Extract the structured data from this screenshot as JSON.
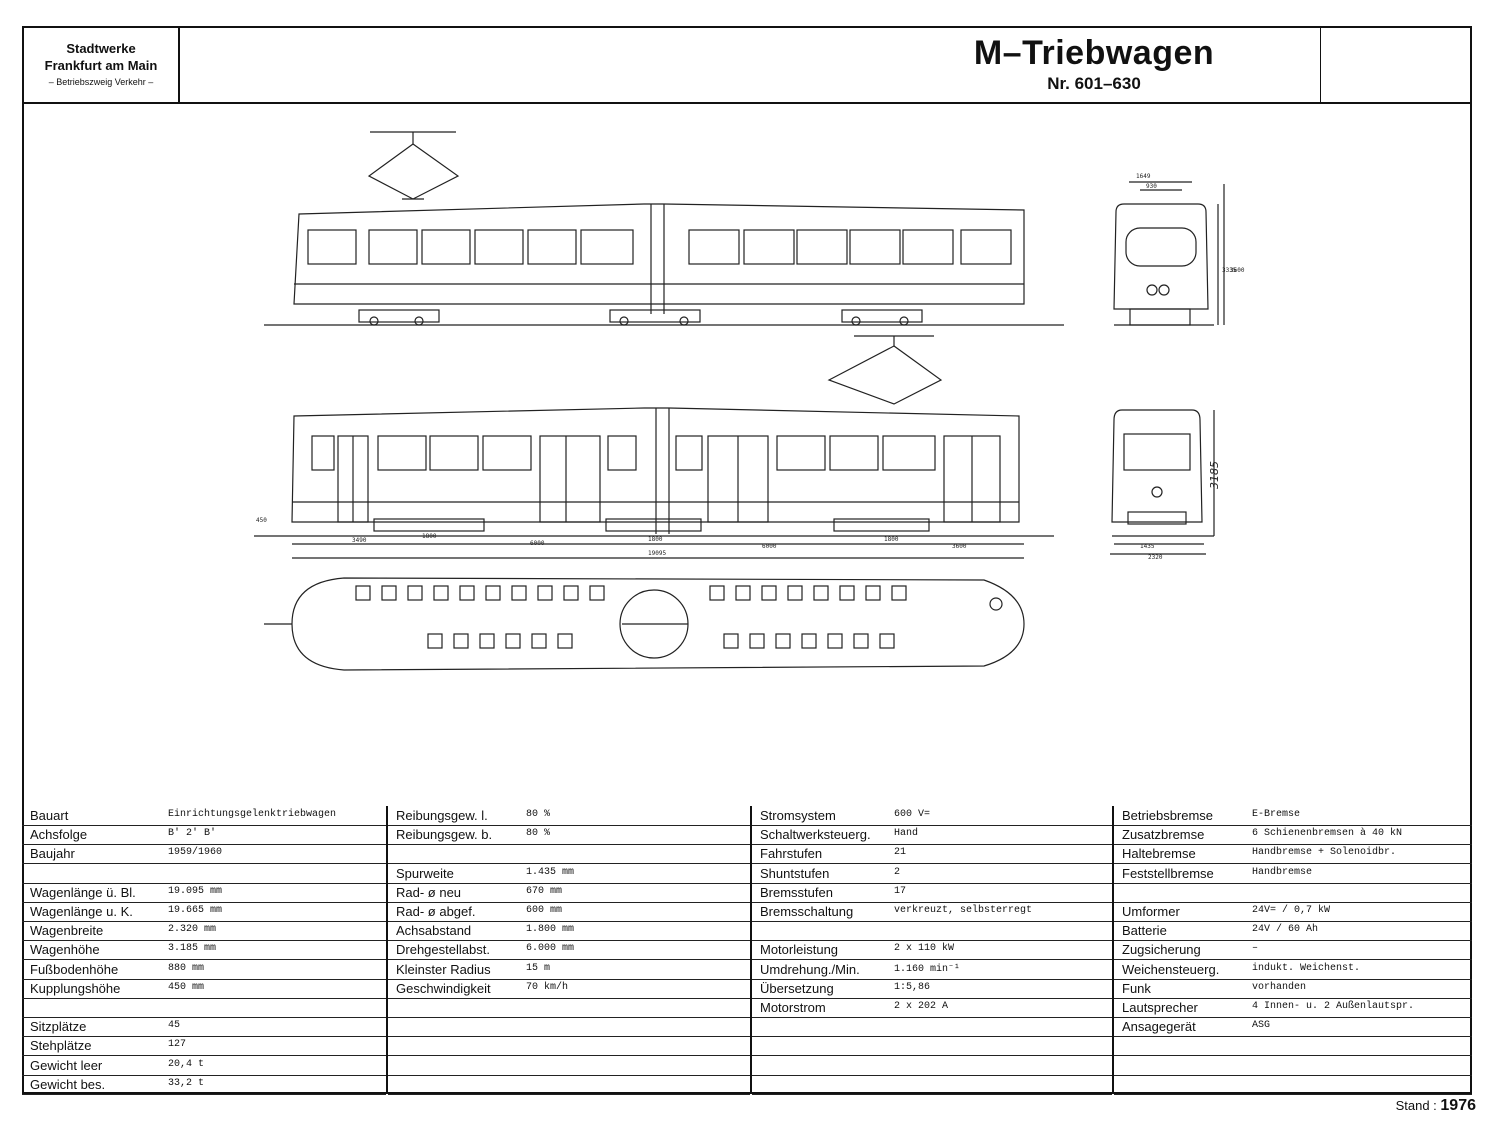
{
  "header": {
    "org_line1": "Stadtwerke",
    "org_line2": "Frankfurt am Main",
    "org_line3": "– Betriebszweig Verkehr –",
    "title": "M–Triebwagen",
    "subtitle": "Nr. 601–630"
  },
  "drawing": {
    "dims_front": [
      "1649",
      "930",
      "3335",
      "3600"
    ],
    "dims_side": [
      "3490",
      "1800",
      "6000",
      "1800",
      "6000",
      "1800",
      "3600",
      "19095",
      "450"
    ],
    "dims_rear": [
      "3185",
      "1435",
      "2320"
    ]
  },
  "table": {
    "col1": [
      {
        "label": "Bauart",
        "value": "Einrichtungsgelenktriebwagen"
      },
      {
        "label": "Achsfolge",
        "value": "B' 2' B'"
      },
      {
        "label": "Baujahr",
        "value": "1959/1960"
      },
      {
        "label": "",
        "value": ""
      },
      {
        "label": "Wagenlänge ü. Bl.",
        "value": "19.095 mm"
      },
      {
        "label": "Wagenlänge u. K.",
        "value": "19.665 mm"
      },
      {
        "label": "Wagenbreite",
        "value": "2.320 mm"
      },
      {
        "label": "Wagenhöhe",
        "value": "3.185 mm"
      },
      {
        "label": "Fußbodenhöhe",
        "value": "880 mm"
      },
      {
        "label": "Kupplungshöhe",
        "value": "450 mm"
      },
      {
        "label": "",
        "value": ""
      },
      {
        "label": "Sitzplätze",
        "value": "45"
      },
      {
        "label": "Stehplätze",
        "value": "127"
      },
      {
        "label": "Gewicht leer",
        "value": "20,4 t"
      },
      {
        "label": "Gewicht bes.",
        "value": "33,2 t"
      }
    ],
    "col2": [
      {
        "label": "Reibungsgew. l.",
        "value": "80 %"
      },
      {
        "label": "Reibungsgew. b.",
        "value": "80 %"
      },
      {
        "label": "",
        "value": ""
      },
      {
        "label": "Spurweite",
        "value": "1.435 mm"
      },
      {
        "label": "Rad- ø neu",
        "value": "670 mm"
      },
      {
        "label": "Rad- ø abgef.",
        "value": "600 mm"
      },
      {
        "label": "Achsabstand",
        "value": "1.800 mm"
      },
      {
        "label": "Drehgestellabst.",
        "value": "6.000 mm"
      },
      {
        "label": "Kleinster Radius",
        "value": "15 m"
      },
      {
        "label": "Geschwindigkeit",
        "value": "70 km/h"
      },
      {
        "label": "",
        "value": ""
      },
      {
        "label": "",
        "value": ""
      },
      {
        "label": "",
        "value": ""
      },
      {
        "label": "",
        "value": ""
      },
      {
        "label": "",
        "value": ""
      }
    ],
    "col3": [
      {
        "label": "Stromsystem",
        "value": "600 V="
      },
      {
        "label": "Schaltwerksteuerg.",
        "value": "Hand"
      },
      {
        "label": "Fahrstufen",
        "value": "21"
      },
      {
        "label": "Shuntstufen",
        "value": "2"
      },
      {
        "label": "Bremsstufen",
        "value": "17"
      },
      {
        "label": "Bremsschaltung",
        "value": "verkreuzt, selbsterregt"
      },
      {
        "label": "",
        "value": ""
      },
      {
        "label": "Motorleistung",
        "value": "2 x 110 kW"
      },
      {
        "label": "Umdrehung./Min.",
        "value": "1.160 min⁻¹"
      },
      {
        "label": "Übersetzung",
        "value": "1:5,86"
      },
      {
        "label": "Motorstrom",
        "value": "2 x 202 A"
      },
      {
        "label": "",
        "value": ""
      },
      {
        "label": "",
        "value": ""
      },
      {
        "label": "",
        "value": ""
      },
      {
        "label": "",
        "value": ""
      }
    ],
    "col4": [
      {
        "label": "Betriebsbremse",
        "value": "E-Bremse"
      },
      {
        "label": "Zusatzbremse",
        "value": "6 Schienenbremsen à 40 kN"
      },
      {
        "label": "Haltebremse",
        "value": "Handbremse + Solenoidbr."
      },
      {
        "label": "Feststellbremse",
        "value": "Handbremse"
      },
      {
        "label": "",
        "value": ""
      },
      {
        "label": "Umformer",
        "value": "24V= / 0,7 kW"
      },
      {
        "label": "Batterie",
        "value": "24V / 60 Ah"
      },
      {
        "label": "Zugsicherung",
        "value": "–"
      },
      {
        "label": "Weichensteuerg.",
        "value": "indukt. Weichenst."
      },
      {
        "label": "Funk",
        "value": "vorhanden"
      },
      {
        "label": "Lautsprecher",
        "value": "4 Innen- u. 2 Außenlautspr."
      },
      {
        "label": "Ansagegerät",
        "value": "ASG"
      },
      {
        "label": "",
        "value": ""
      },
      {
        "label": "",
        "value": ""
      },
      {
        "label": "",
        "value": ""
      }
    ]
  },
  "footer": {
    "stand_label": "Stand :",
    "stand_year": "1976"
  }
}
